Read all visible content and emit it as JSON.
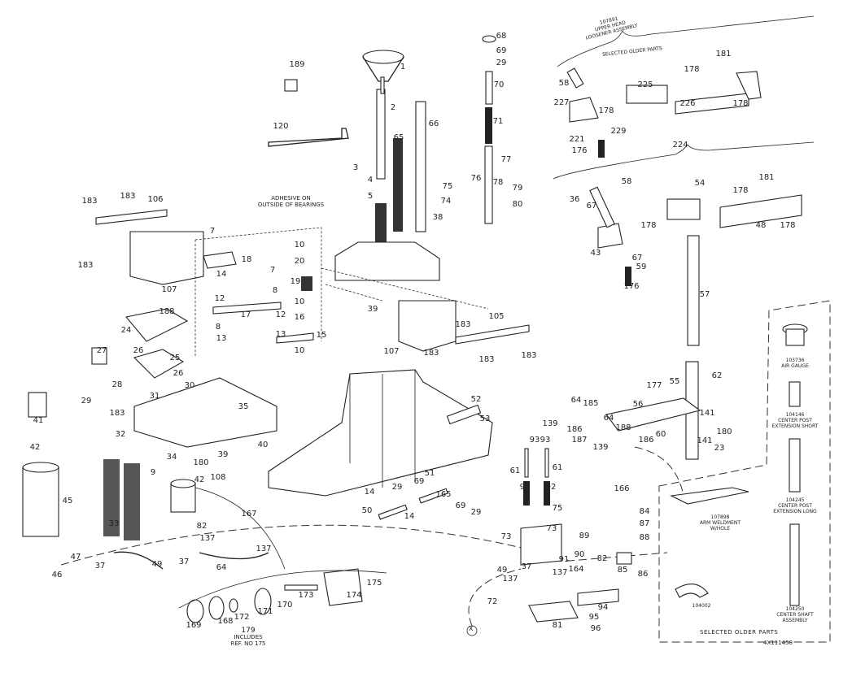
{
  "diagram": {
    "part_labels": [
      "1",
      "2",
      "189",
      "120",
      "66",
      "65",
      "68",
      "69",
      "29",
      "70",
      "71",
      "77",
      "78",
      "79",
      "80",
      "76",
      "75",
      "74",
      "38",
      "3",
      "4",
      "5",
      "183",
      "183",
      "106",
      "183",
      "107",
      "7",
      "18",
      "14",
      "7",
      "8",
      "12",
      "17",
      "12",
      "8",
      "13",
      "13",
      "10",
      "20",
      "19",
      "10",
      "16",
      "15",
      "10",
      "39",
      "105",
      "183",
      "107",
      "183",
      "183",
      "183",
      "188",
      "24",
      "27",
      "26",
      "25",
      "26",
      "30",
      "28",
      "29",
      "183",
      "31",
      "35",
      "32",
      "41",
      "42",
      "34",
      "9",
      "33",
      "180",
      "108",
      "42",
      "39",
      "40",
      "45",
      "82",
      "137",
      "167",
      "47",
      "37",
      "46",
      "49",
      "37",
      "64",
      "137",
      "169",
      "168",
      "172",
      "171",
      "170",
      "173",
      "174",
      "175",
      "52",
      "53",
      "51",
      "14",
      "29",
      "69",
      "165",
      "50",
      "14",
      "69",
      "29",
      "93",
      "93",
      "61",
      "61",
      "92",
      "92",
      "75",
      "73",
      "73",
      "89",
      "91",
      "90",
      "137",
      "37",
      "49",
      "72",
      "137",
      "164",
      "82",
      "85",
      "86",
      "166",
      "84",
      "87",
      "88",
      "94",
      "95",
      "96",
      "81",
      "181",
      "178",
      "58",
      "225",
      "227",
      "178",
      "226",
      "178",
      "229",
      "221",
      "176",
      "224",
      "181",
      "178",
      "58",
      "36",
      "67",
      "54",
      "178",
      "48",
      "178",
      "43",
      "67",
      "59",
      "176",
      "57",
      "55",
      "62",
      "177",
      "64",
      "185",
      "56",
      "139",
      "186",
      "188",
      "64",
      "186",
      "187",
      "139",
      "60",
      "141",
      "180",
      "141",
      "23"
    ],
    "annotations": {
      "adhesive_line1": "ADHESIVE ON",
      "adhesive_line2": "OUTSIDE OF BEARINGS",
      "kit_179_line1": "179",
      "kit_179_line2": "INCLUDES",
      "kit_179_line3": "REF. NO 175",
      "connector_x": "X"
    },
    "upper_head": {
      "part_no": "107891",
      "line2": "UPPER HEAD",
      "line3": "LOOSENER ASSEMBLY",
      "caption": "SELECTED OLDER PARTS"
    },
    "older_parts": {
      "caption": "SELECTED OLDER PARTS",
      "items": [
        {
          "part_no": "103736",
          "desc": "AIR GAUGE",
          "desc2": ""
        },
        {
          "part_no": "104146",
          "desc": "CENTER POST",
          "desc2": "EXTENSION SHORT"
        },
        {
          "part_no": "107898",
          "desc": "ARM WELDMENT",
          "desc2": "W/HOLE"
        },
        {
          "part_no": "104245",
          "desc": "CENTER POST",
          "desc2": "EXTENSION LONG"
        },
        {
          "part_no": "104002",
          "desc": "",
          "desc2": ""
        },
        {
          "part_no": "104250",
          "desc": "CENTER SHAFT",
          "desc2": "ASSEMBLY"
        }
      ]
    },
    "drawing_number": "4X111458"
  }
}
